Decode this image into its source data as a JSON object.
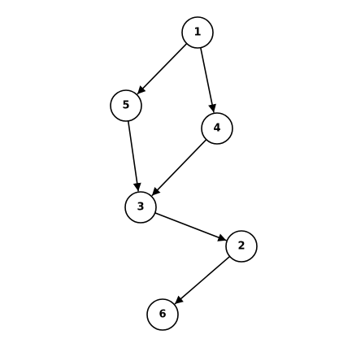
{
  "graph": {
    "nodes": [
      {
        "id": "1",
        "label": "1"
      },
      {
        "id": "5",
        "label": "5"
      },
      {
        "id": "4",
        "label": "4"
      },
      {
        "id": "3",
        "label": "3"
      },
      {
        "id": "2",
        "label": "2"
      },
      {
        "id": "6",
        "label": "6"
      }
    ],
    "edges": [
      {
        "from": "1",
        "to": "5"
      },
      {
        "from": "1",
        "to": "4"
      },
      {
        "from": "5",
        "to": "3"
      },
      {
        "from": "4",
        "to": "3"
      },
      {
        "from": "3",
        "to": "2"
      },
      {
        "from": "2",
        "to": "6"
      }
    ],
    "colors": {
      "node_stroke": "#000000",
      "node_fill": "#ffffff",
      "edge": "#000000",
      "label": "#000000"
    }
  }
}
